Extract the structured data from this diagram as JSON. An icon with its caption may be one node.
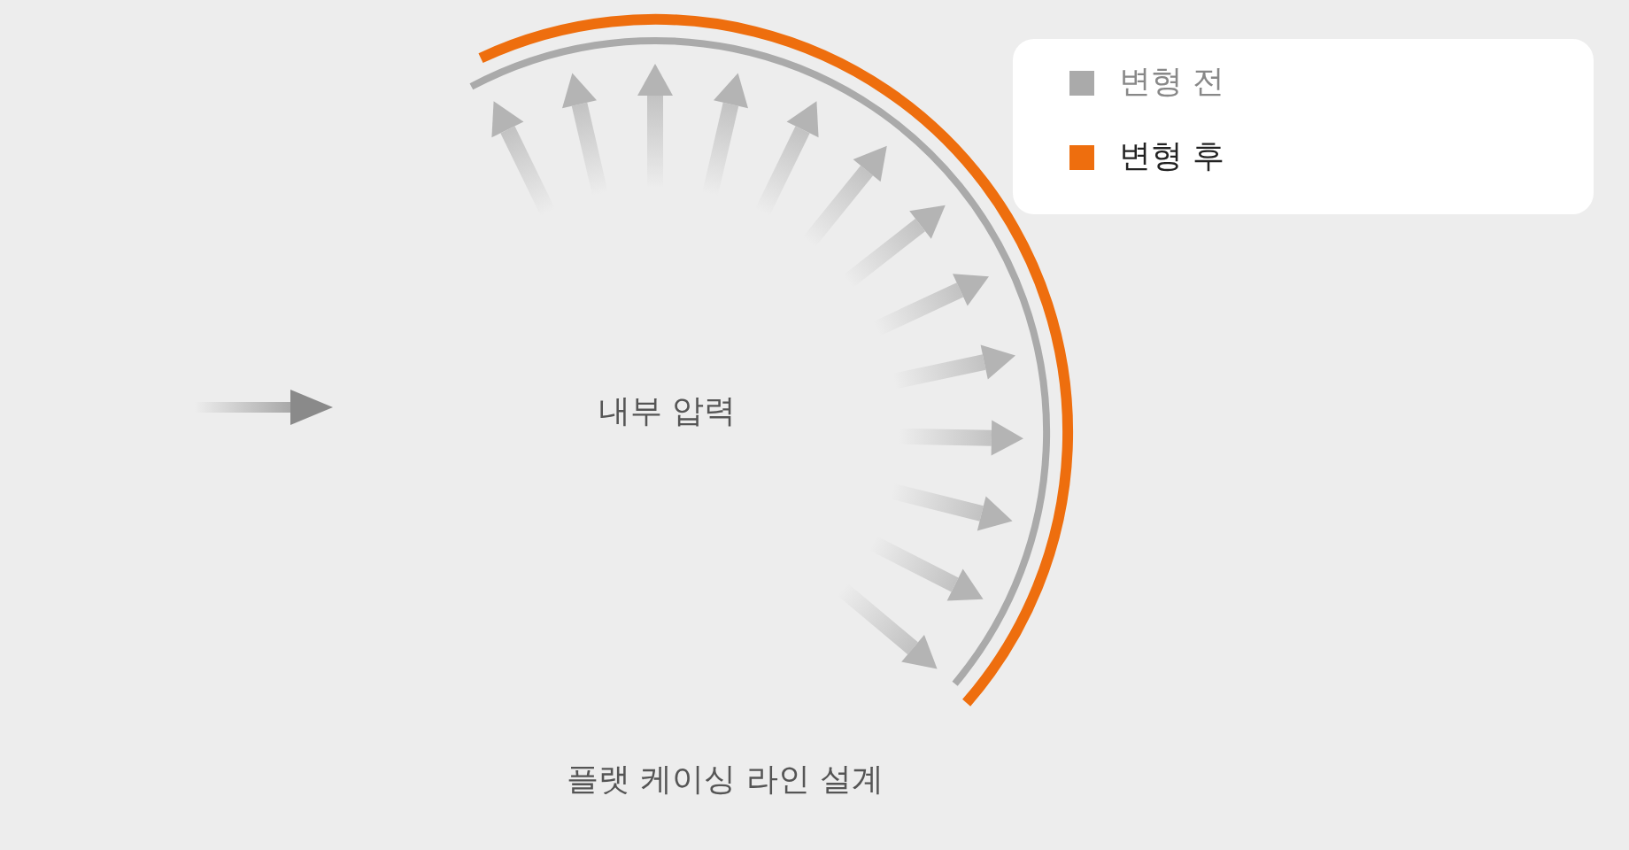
{
  "diagram": {
    "caption": "플랫 케이싱 라인 설계",
    "labels": [
      "내부 압력"
    ],
    "legend": [
      {
        "text": "변형 전",
        "color": "#aaaaaa"
      },
      {
        "text": "변형 후",
        "color": "#ee6e0e"
      }
    ]
  }
}
